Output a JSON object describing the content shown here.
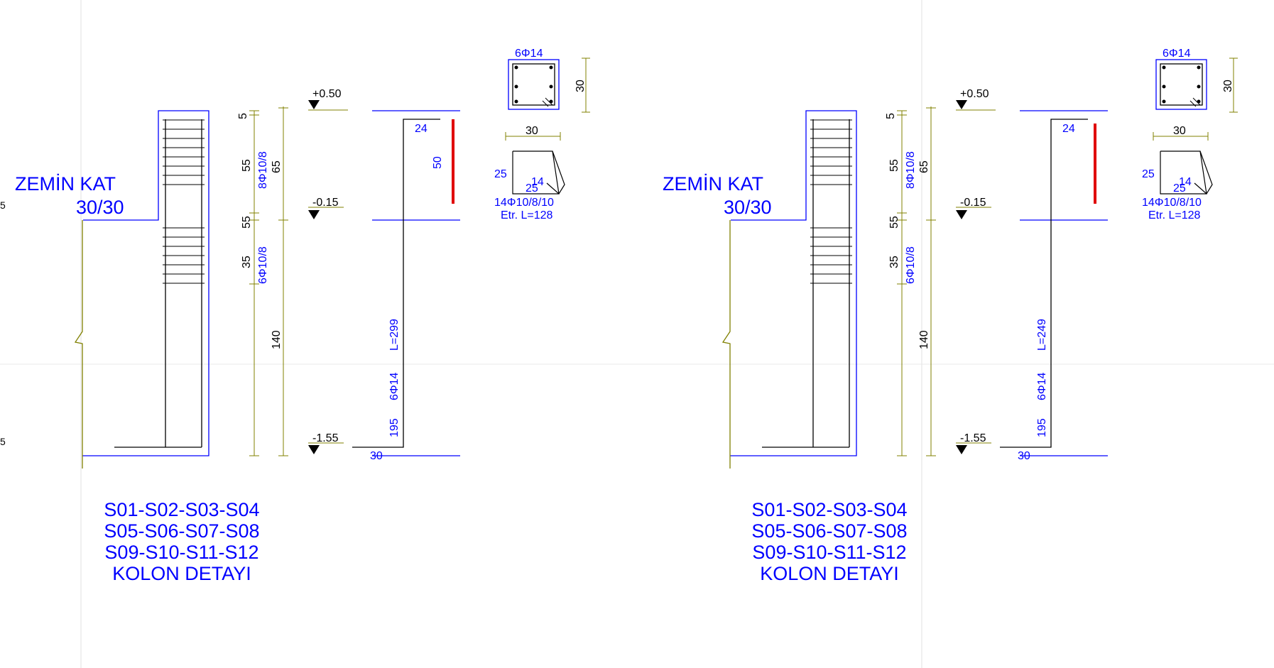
{
  "colors": {
    "outline": "#0000ff",
    "rebar": "#000000",
    "dimension": "#808000",
    "highlight": "#e00000",
    "viewport_line": "#e0e0e0"
  },
  "details": [
    {
      "floor_name": "ZEMİN KAT",
      "section_size": "30/30",
      "column_ids": [
        "S01-S02-S03-S04",
        "S05-S06-S07-S08",
        "S09-S10-S11-S12"
      ],
      "title": "KOLON DETAYI",
      "dims": {
        "top": "5",
        "d55a": "55",
        "d65": "65",
        "d55b": "55",
        "d35": "35",
        "d140": "140"
      },
      "stirrup_zones": {
        "upper": "8Φ10/8",
        "lower": "6Φ10/8"
      },
      "levels": {
        "top": "+0.50",
        "mid": "-0.15",
        "bottom": "-1.55"
      },
      "bar": {
        "hook_top": "24",
        "lap": "50",
        "label_a": "195",
        "label_b": "6Φ14",
        "label_c": "L=299",
        "foot": "30"
      },
      "section": {
        "bars": "6Φ14",
        "side": "30"
      },
      "stirrup": {
        "width": "30",
        "height": "25",
        "hook1": "14",
        "hook2": "25",
        "spec": "14Φ10/8/10",
        "length": "Etr. L=128"
      },
      "edge_labels": [
        "5",
        "5"
      ]
    },
    {
      "floor_name": "ZEMİN KAT",
      "section_size": "30/30",
      "column_ids": [
        "S01-S02-S03-S04",
        "S05-S06-S07-S08",
        "S09-S10-S11-S12"
      ],
      "title": "KOLON DETAYI",
      "dims": {
        "top": "5",
        "d55a": "55",
        "d65": "65",
        "d55b": "55",
        "d35": "35",
        "d140": "140"
      },
      "stirrup_zones": {
        "upper": "8Φ10/8",
        "lower": "6Φ10/8"
      },
      "levels": {
        "top": "+0.50",
        "mid": "-0.15",
        "bottom": "-1.55"
      },
      "bar": {
        "hook_top": "24",
        "lap": "",
        "label_a": "195",
        "label_b": "6Φ14",
        "label_c": "L=249",
        "foot": "30"
      },
      "section": {
        "bars": "6Φ14",
        "side": "30"
      },
      "stirrup": {
        "width": "30",
        "height": "25",
        "hook1": "14",
        "hook2": "25",
        "spec": "14Φ10/8/10",
        "length": "Etr. L=128"
      },
      "edge_labels": []
    }
  ]
}
